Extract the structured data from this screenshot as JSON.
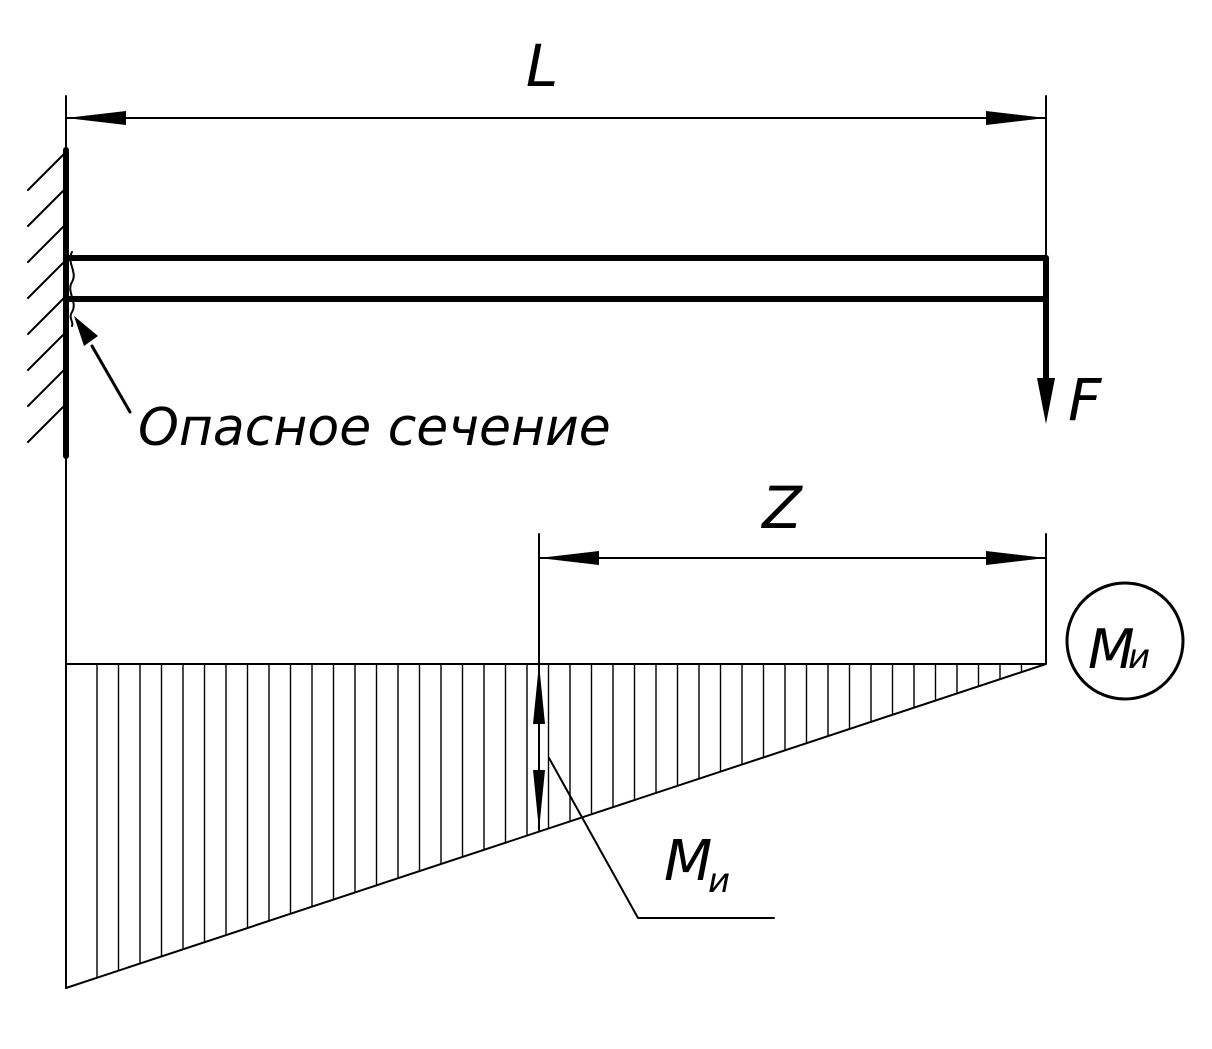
{
  "labels": {
    "length": "L",
    "force": "F",
    "distance": "Z",
    "dangerous_section": "Опасное сечение",
    "moment_main": "M",
    "moment_main_sub": "и",
    "moment_circle": "M",
    "moment_circle_sub": "и"
  },
  "colors": {
    "ink": "#000000",
    "paper": "#ffffff"
  }
}
